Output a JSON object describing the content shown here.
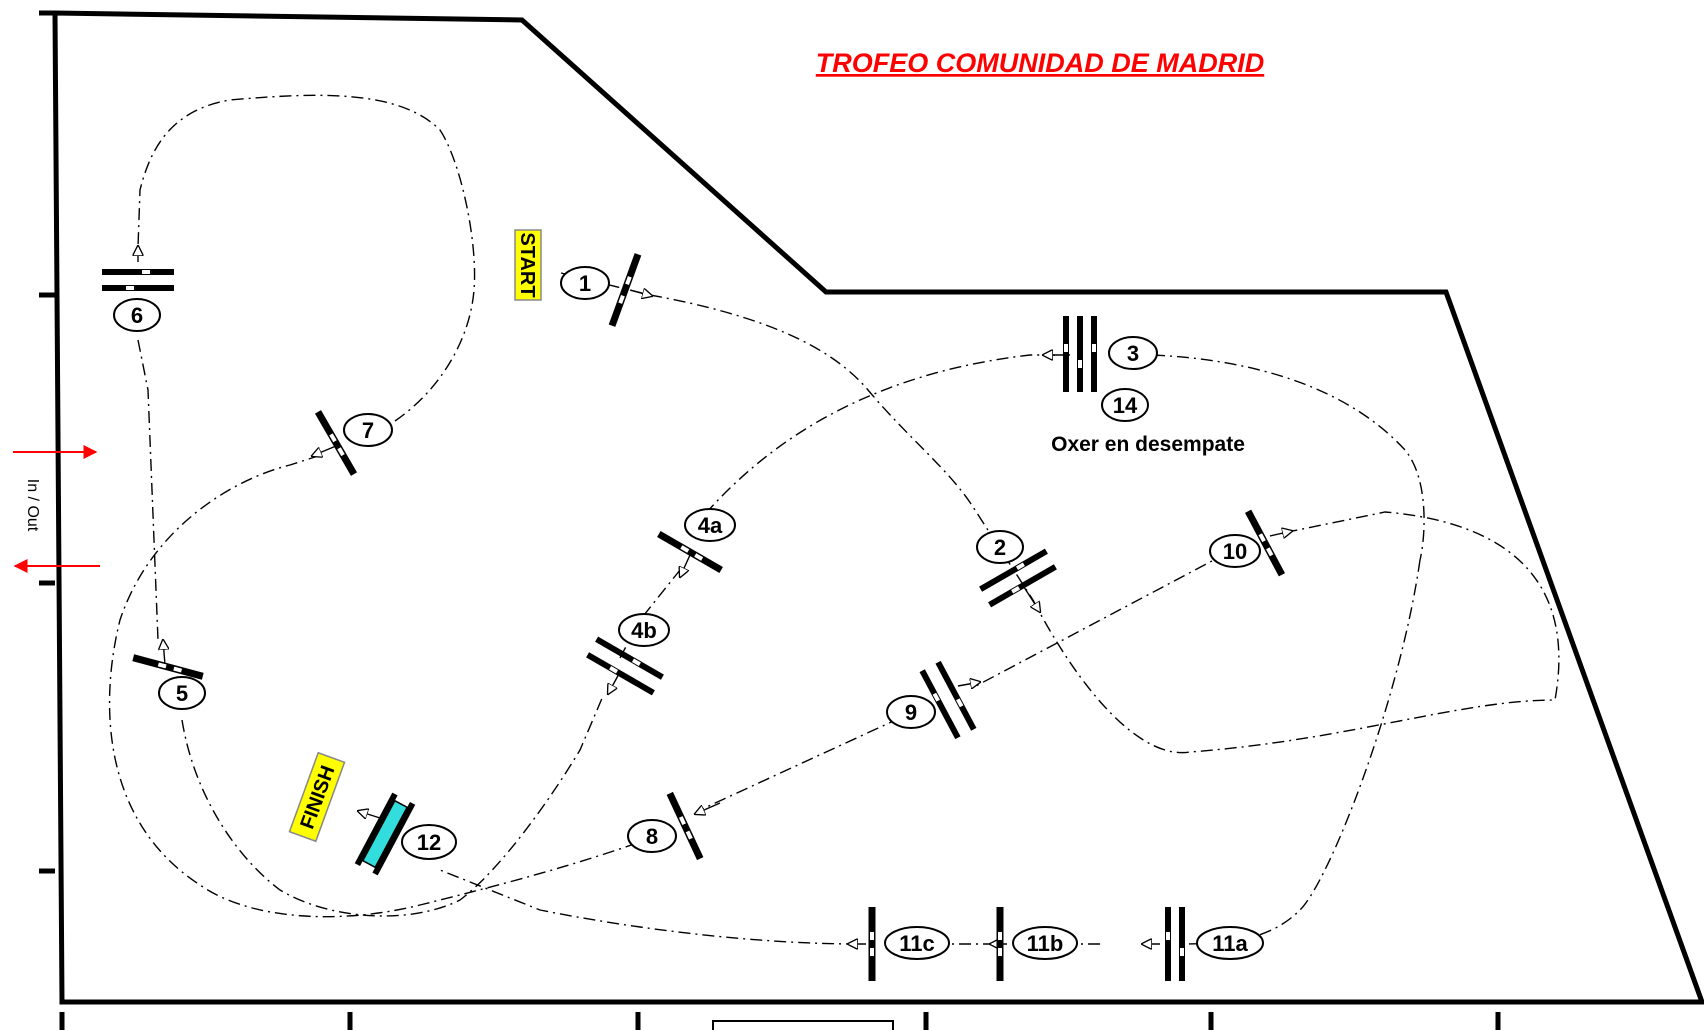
{
  "title": "TROFEO COMUNIDAD DE MADRID",
  "entrance_label": "In / Out",
  "start_label": "START",
  "finish_label": "FINISH",
  "jumpoff_note": "Oxer en desempate",
  "colors": {
    "title": "#ff0000",
    "arrows": "#ff0000",
    "start_finish_fill": "#ffff00",
    "finish_jump_fill": "#33dddd",
    "ink": "#000000"
  },
  "obstacles": [
    {
      "id": "1",
      "type": "vertical"
    },
    {
      "id": "2",
      "type": "oxer"
    },
    {
      "id": "3",
      "type": "triple-bar"
    },
    {
      "id": "4a",
      "type": "vertical"
    },
    {
      "id": "4b",
      "type": "oxer"
    },
    {
      "id": "5",
      "type": "vertical"
    },
    {
      "id": "6",
      "type": "oxer"
    },
    {
      "id": "7",
      "type": "vertical"
    },
    {
      "id": "8",
      "type": "vertical"
    },
    {
      "id": "9",
      "type": "oxer"
    },
    {
      "id": "10",
      "type": "vertical"
    },
    {
      "id": "11a",
      "type": "oxer"
    },
    {
      "id": "11b",
      "type": "vertical"
    },
    {
      "id": "11c",
      "type": "vertical"
    },
    {
      "id": "12",
      "type": "oxer"
    },
    {
      "id": "14",
      "type": "jump-off"
    }
  ]
}
